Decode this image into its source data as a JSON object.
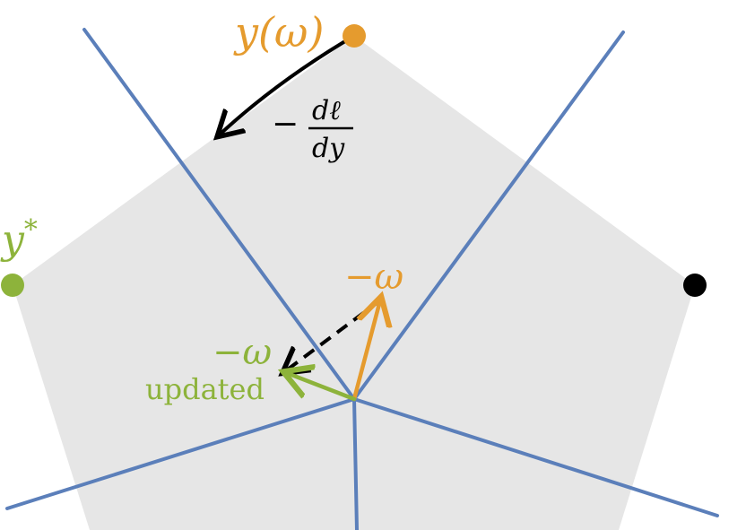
{
  "colors": {
    "polytope_fill": "#e6e6e6",
    "partition_lines": "#5b7fba",
    "orange": "#e59b2e",
    "green": "#8db33b",
    "black": "#000000"
  },
  "labels": {
    "y_omega": "y(ω)",
    "y_star_base": "y",
    "y_star_sup": "*",
    "gradient_minus": "−",
    "gradient_num": "dℓ",
    "gradient_den": "dy",
    "neg_omega": "−ω",
    "neg_omega_updated_symbol": "−ω",
    "neg_omega_updated_word": "updated"
  }
}
